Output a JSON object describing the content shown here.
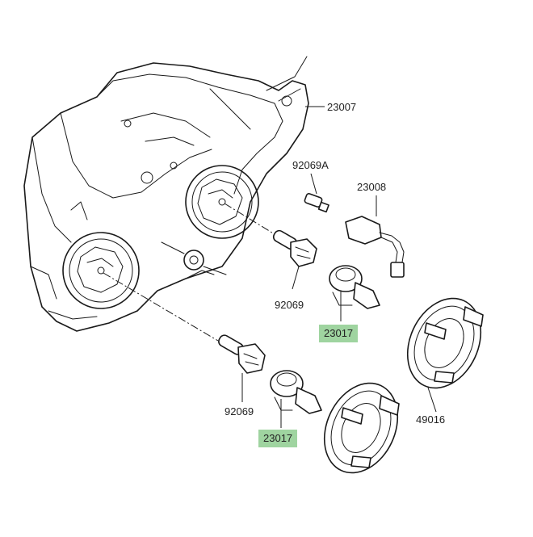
{
  "labels": {
    "p23007": "23007",
    "p92069A": "92069A",
    "p23008": "23008",
    "p92069_upper": "92069",
    "p23017_upper": "23017",
    "p92069_lower": "92069",
    "p23017_lower": "23017",
    "p49016": "49016"
  },
  "colors": {
    "highlight": "#9fd4a0",
    "line": "#1a1a1a"
  }
}
